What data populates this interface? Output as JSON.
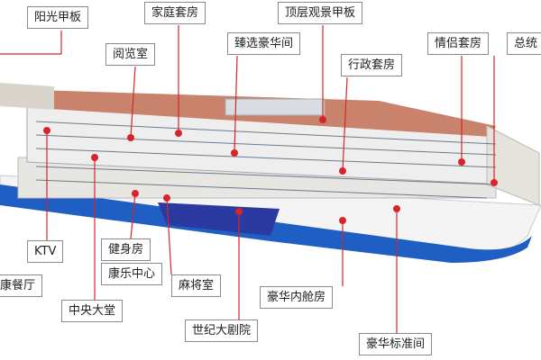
{
  "colors": {
    "accent": "#d6262b",
    "hull_blue": "#1f5fc4",
    "deck": "#c9826b",
    "label_border": "#8a8a8a"
  },
  "labels": {
    "sun_deck": "阳光甲板",
    "family_suite": "家庭套房",
    "observation_deck": "顶层观景甲板",
    "reading_room": "阅览室",
    "premium_deluxe": "臻选豪华间",
    "executive_suite": "行政套房",
    "couple_suite": "情侣套房",
    "presidential": "总统",
    "ktv": "KTV",
    "gym": "健身房",
    "recreation_center": "康乐中心",
    "restaurant": "康餐厅",
    "lobby": "中央大堂",
    "mahjong_room": "麻将室",
    "theater": "世纪大剧院",
    "deluxe_inner": "豪华内舱房",
    "deluxe_standard": "豪华标准间"
  }
}
